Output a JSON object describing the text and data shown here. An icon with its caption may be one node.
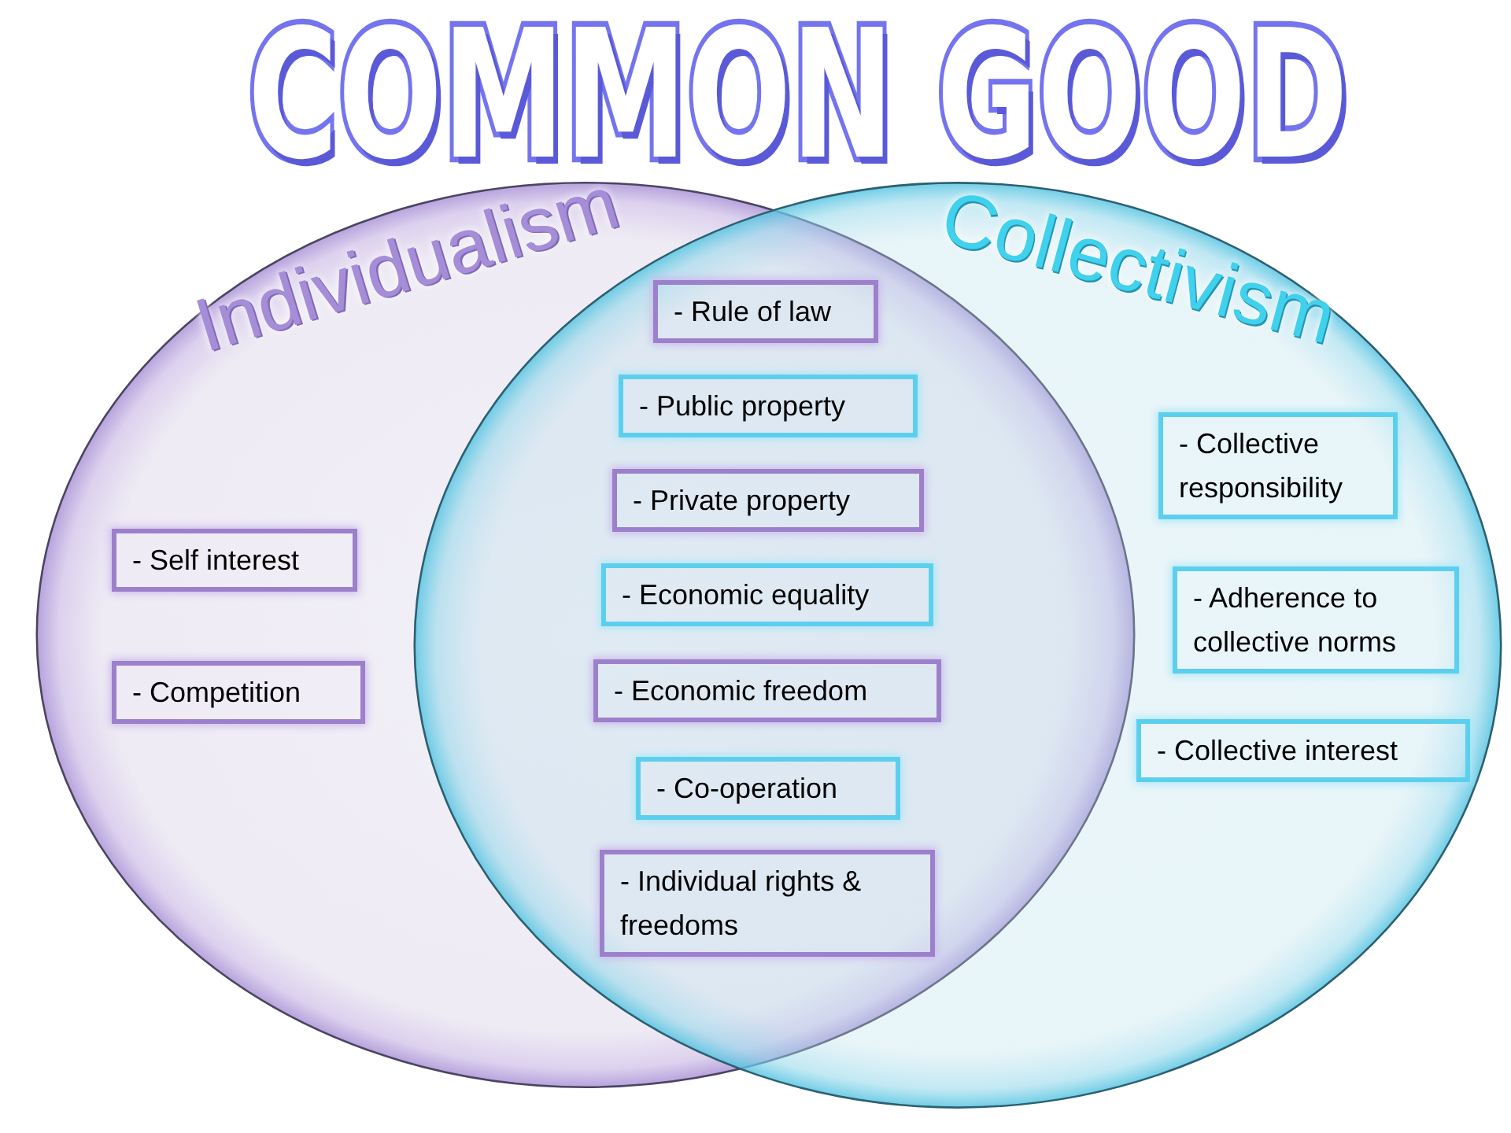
{
  "diagram": {
    "title": "COMMON GOOD",
    "nodes": [
      {
        "text": [
          "Individualism"
        ]
      },
      {
        "text": [
          "Collectivism"
        ]
      },
      {
        "text": [
          "- Self interest"
        ],
        "in": 0
      },
      {
        "text": [
          "- Competition"
        ],
        "in": 0
      },
      {
        "text": [
          "- Rule of law"
        ]
      },
      {
        "text": [
          "- Public property"
        ]
      },
      {
        "text": [
          "- Private property"
        ]
      },
      {
        "text": [
          "- Economic equality"
        ]
      },
      {
        "text": [
          "- Economic freedom"
        ]
      },
      {
        "text": [
          "- Co-operation"
        ]
      },
      {
        "text": [
          "- Individual rights & freedoms"
        ]
      },
      {
        "text": [
          "- Collective responsibility"
        ],
        "in": 1
      },
      {
        "text": [
          "- Adherence to collective norms"
        ],
        "in": 1
      },
      {
        "text": [
          "- Collective interest"
        ],
        "in": 1
      }
    ]
  }
}
